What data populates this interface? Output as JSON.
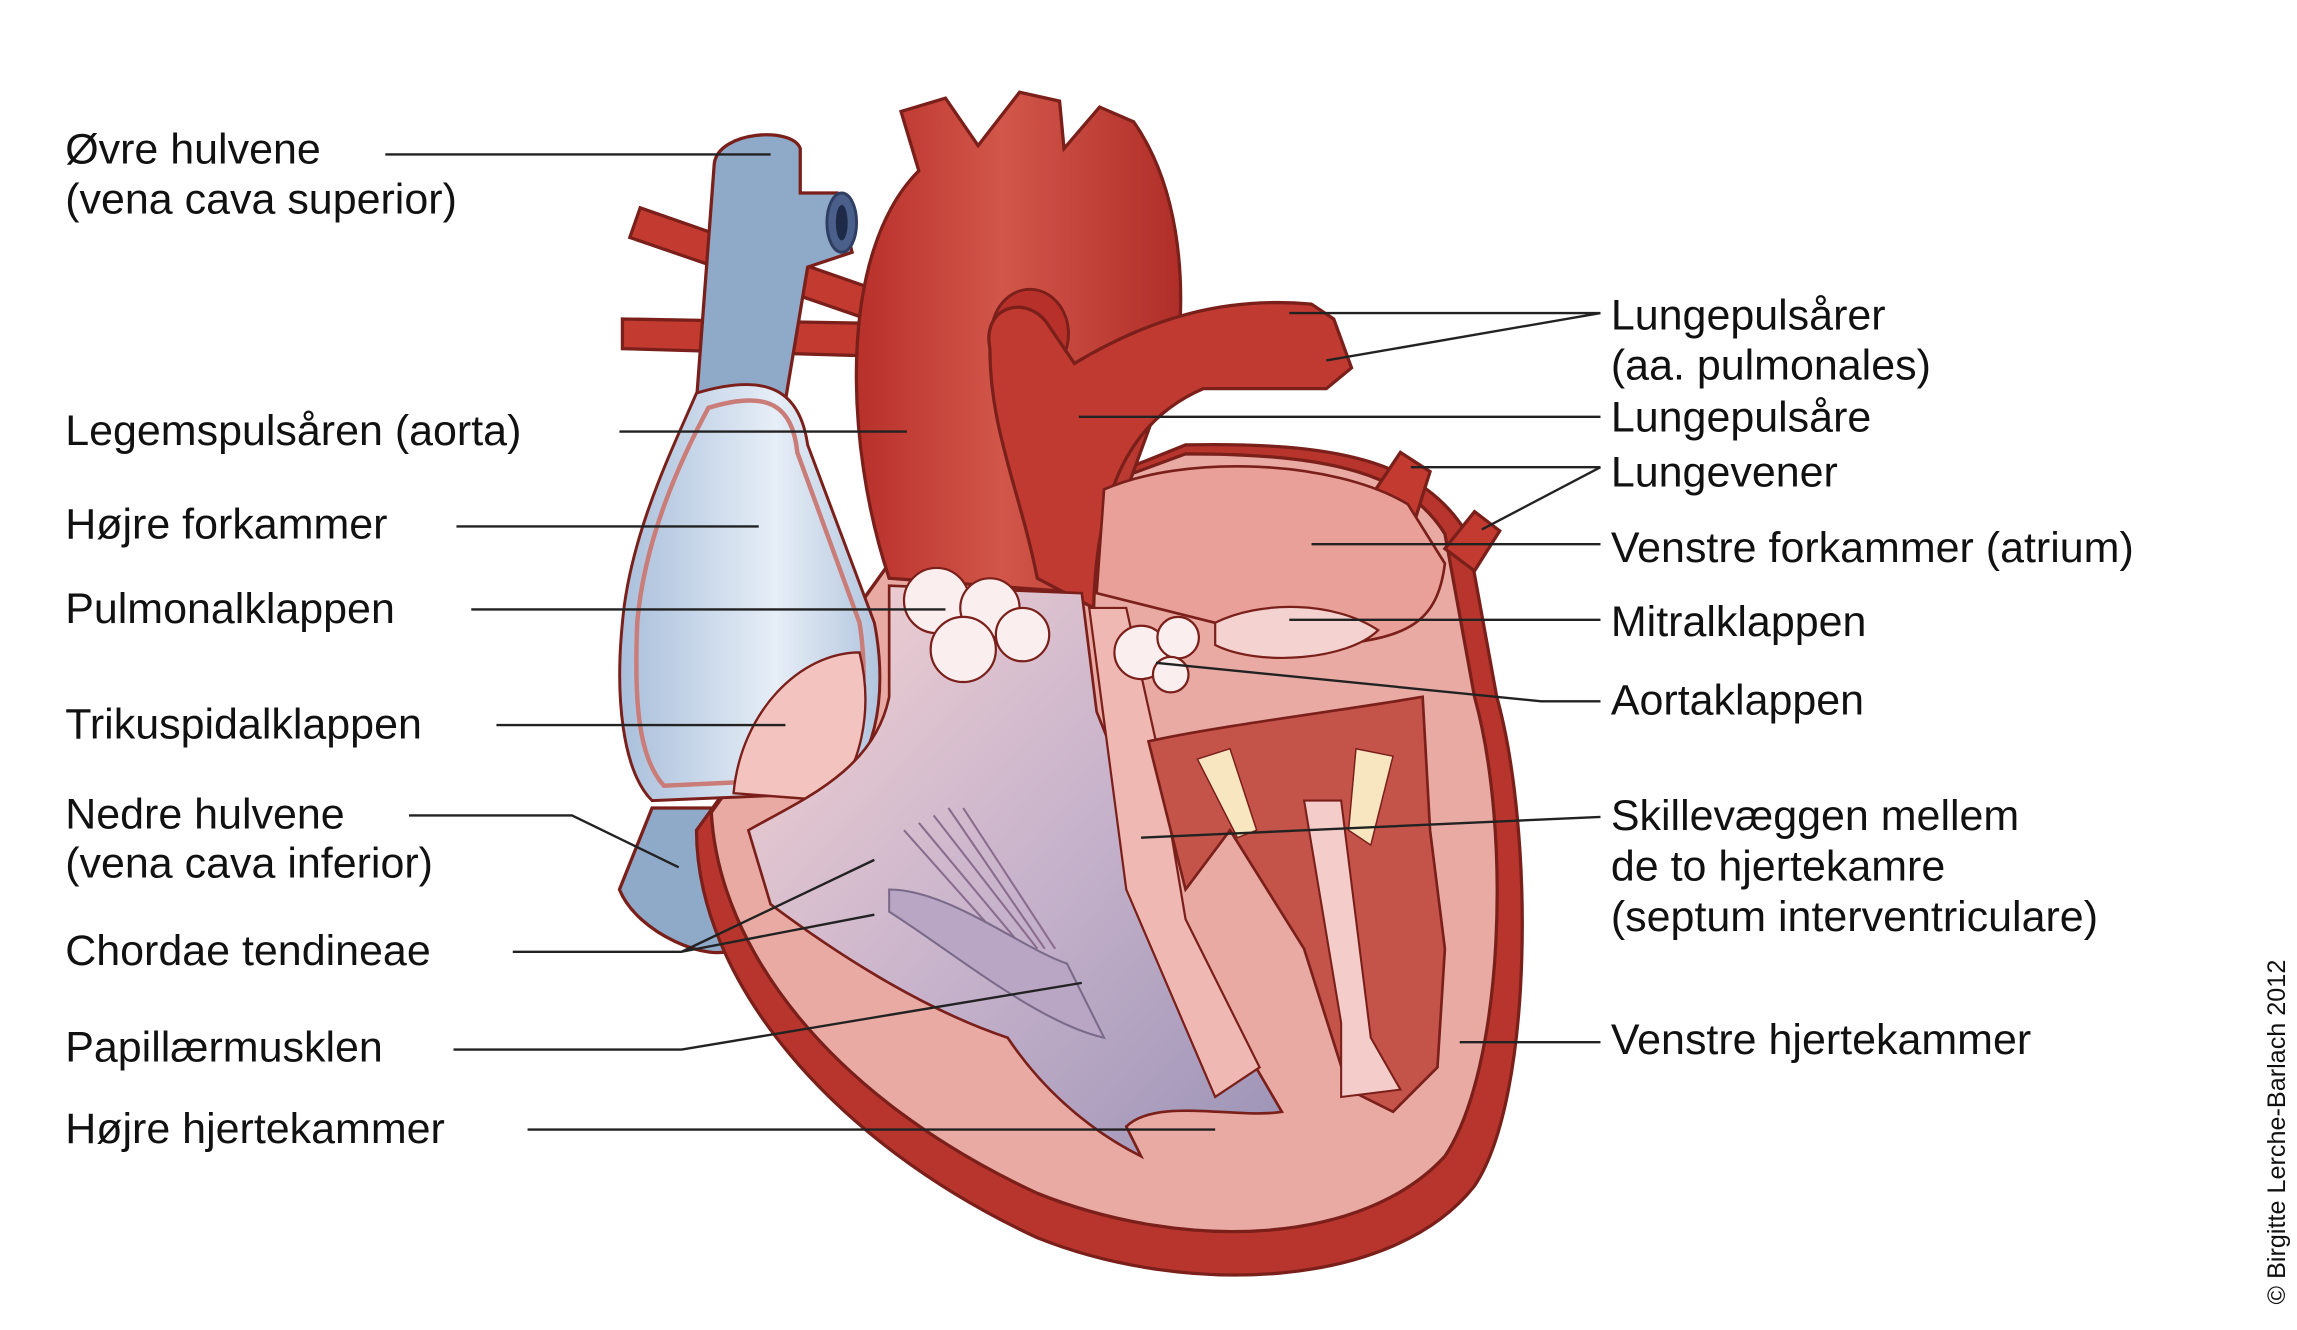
{
  "labels_left": {
    "ovre_hulvene": [
      "Øvre hulvene",
      "(vena cava superior)"
    ],
    "aorta": "Legemspulsåren (aorta)",
    "hojre_forkammer": "Højre forkammer",
    "pulmonalklappen": "Pulmonalklappen",
    "trikuspidalklappen": "Trikuspidalklappen",
    "nedre_hulvene": [
      "Nedre hulvene",
      "(vena cava inferior)"
    ],
    "chordae": "Chordae tendineae",
    "papillaer": "Papillærmusklen",
    "hojre_hjertekammer": "Højre hjertekammer"
  },
  "labels_right": {
    "lungepulsarer": [
      "Lungepulsårer",
      "(aa. pulmonales)"
    ],
    "lungepulsare": "Lungepulsåre",
    "lungevener": "Lungevener",
    "venstre_forkammer": "Venstre forkammer (atrium)",
    "mitralklappen": "Mitralklappen",
    "aortaklappen": "Aortaklappen",
    "skillevaeggen": [
      "Skillevæggen mellem",
      "de to hjertekamre",
      "(septum interventriculare)"
    ],
    "venstre_hjertekammer": "Venstre hjertekammer"
  },
  "copyright": "© Birgitte Lerche-Barlach 2012",
  "colors": {
    "artery": "#c23a30",
    "muscle_dark": "#b8352d",
    "cut_surface": "#e8aaa3",
    "vein_blue": "#8fa9c9",
    "atrium_blue": "#bccde2",
    "valve": "#fbeeee"
  }
}
